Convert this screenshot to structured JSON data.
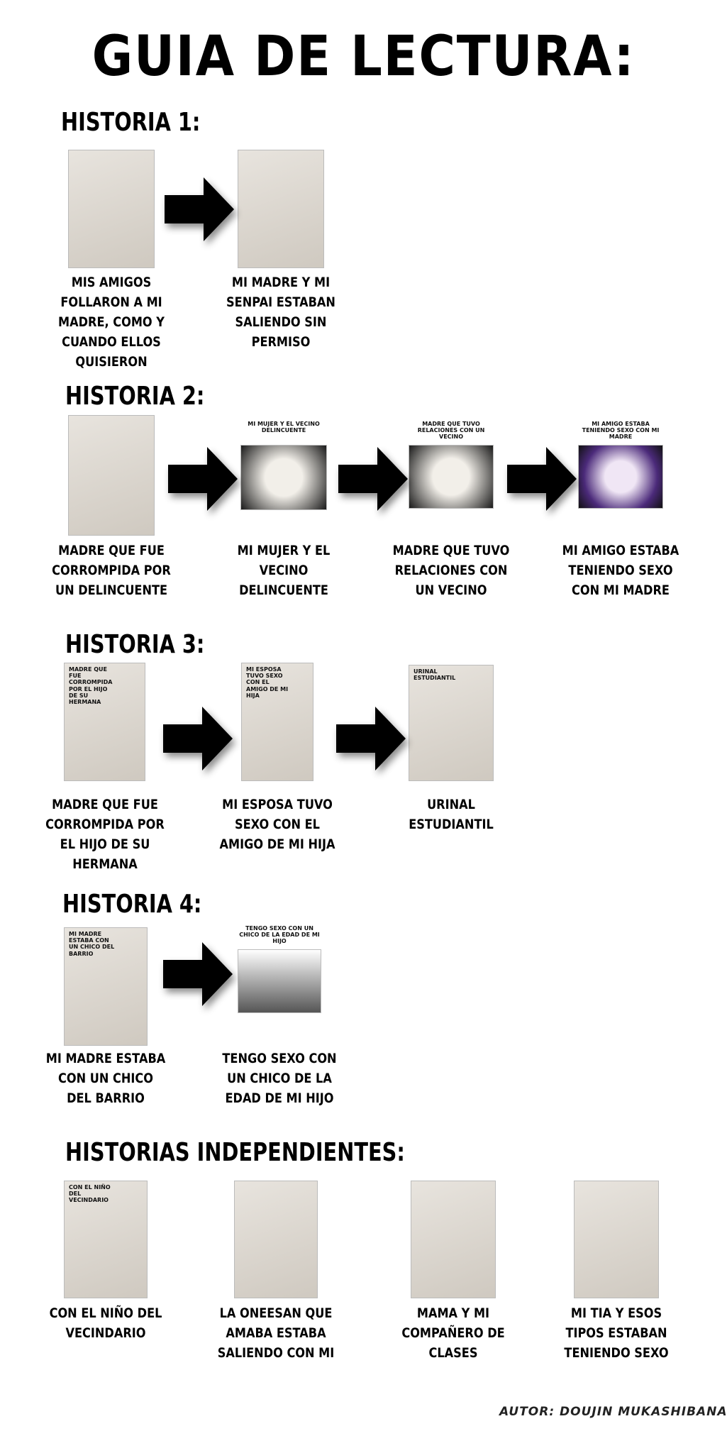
{
  "title": "GUIA DE LECTURA:",
  "sections": [
    {
      "heading": "HISTORIA 1:",
      "items": [
        {
          "caption": "MIS AMIGOS FOLLARON A MI MADRE, COMO Y CUANDO ELLOS QUISIERON"
        },
        {
          "caption": "MI MADRE Y MI SENPAI ESTABAN SALIENDO SIN PERMISO"
        }
      ]
    },
    {
      "heading": "HISTORIA 2:",
      "items": [
        {
          "caption": "MADRE QUE FUE CORROMPIDA POR UN DELINCUENTE"
        },
        {
          "caption": "MI MUJER Y EL VECINO DELINCUENTE",
          "cover_title": "MI MUJER Y EL VECINO DELINCUENTE"
        },
        {
          "caption": "MADRE QUE TUVO RELACIONES CON UN VECINO",
          "cover_title": "MADRE QUE TUVO RELACIONES CON UN VECINO"
        },
        {
          "caption": "MI AMIGO ESTABA TENIENDO SEXO CON MI MADRE",
          "cover_title": "MI AMIGO ESTABA TENIENDO SEXO CON MI MADRE"
        }
      ]
    },
    {
      "heading": "HISTORIA 3:",
      "items": [
        {
          "caption": "MADRE QUE FUE CORROMPIDA POR EL HIJO DE SU HERMANA",
          "cover_title": "MADRE QUE FUE CORROMPIDA POR EL HIJO DE SU HERMANA"
        },
        {
          "caption": "MI ESPOSA TUVO SEXO CON EL AMIGO DE MI HIJA",
          "cover_title": "MI ESPOSA TUVO SEXO CON EL AMIGO DE MI HIJA"
        },
        {
          "caption": "URINAL ESTUDIANTIL",
          "cover_title": "URINAL ESTUDIANTIL"
        }
      ]
    },
    {
      "heading": "HISTORIA 4:",
      "items": [
        {
          "caption": "MI MADRE ESTABA CON UN CHICO DEL BARRIO",
          "cover_title": "MI MADRE ESTABA CON UN CHICO DEL BARRIO"
        },
        {
          "caption": "TENGO SEXO CON UN CHICO DE LA EDAD DE MI HIJO",
          "cover_title": "TENGO SEXO CON UN CHICO DE LA EDAD DE MI HIJO"
        }
      ]
    },
    {
      "heading": "HISTORIAS INDEPENDIENTES:",
      "items": [
        {
          "caption": "CON EL NIÑO DEL VECINDARIO",
          "cover_title": "CON EL NIÑO DEL VECINDARIO"
        },
        {
          "caption": "LA ONEESAN QUE AMABA ESTABA SALIENDO CON MI"
        },
        {
          "caption": "MAMA Y MI COMPAÑERO DE CLASES"
        },
        {
          "caption": "MI TIA Y ESOS TIPOS ESTABAN TENIENDO SEXO"
        }
      ]
    }
  ],
  "author": "AUTOR: DOUJIN MUKASHIBANASHI"
}
